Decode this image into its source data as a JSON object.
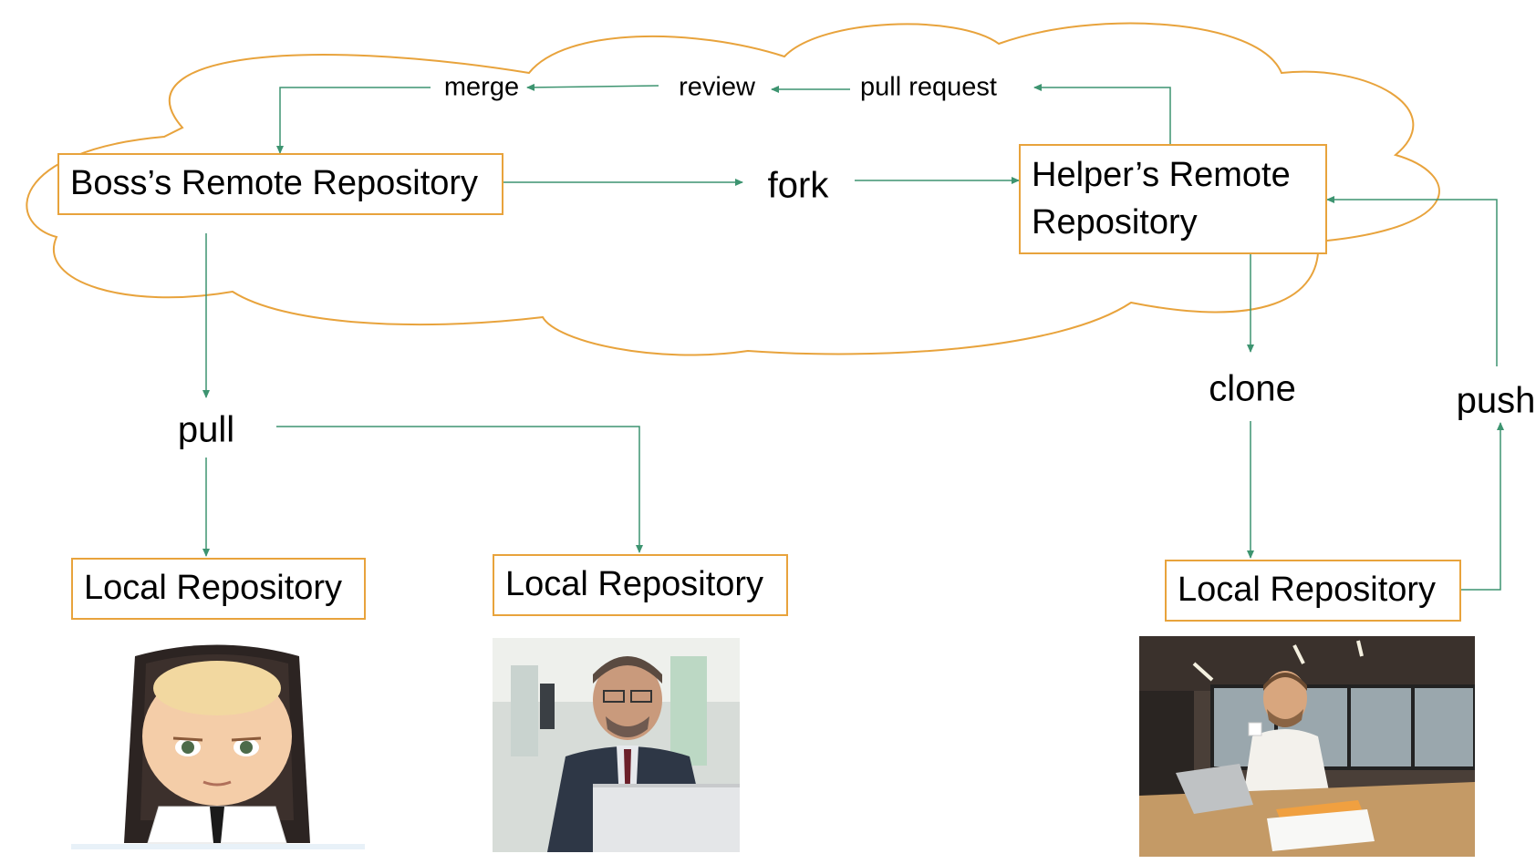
{
  "diagram": {
    "nodes": {
      "boss_remote": "Boss’s Remote Repository",
      "helper_remote": "Helper’s Remote Repository",
      "local_boss": "Local Repository",
      "local_middle": "Local Repository",
      "local_helper": "Local Repository"
    },
    "actions": {
      "merge": "merge",
      "review": "review",
      "pull_request": "pull request",
      "fork": "fork",
      "pull": "pull",
      "clone": "clone",
      "push": "push"
    },
    "edges": [
      {
        "from": "helper_remote",
        "to": "pull_request"
      },
      {
        "from": "pull_request",
        "to": "review"
      },
      {
        "from": "review",
        "to": "merge"
      },
      {
        "from": "merge",
        "to": "boss_remote"
      },
      {
        "from": "boss_remote",
        "to": "fork"
      },
      {
        "from": "fork",
        "to": "helper_remote"
      },
      {
        "from": "boss_remote",
        "to": "pull"
      },
      {
        "from": "pull",
        "to": "local_boss"
      },
      {
        "from": "pull",
        "to": "local_middle"
      },
      {
        "from": "helper_remote",
        "to": "clone"
      },
      {
        "from": "clone",
        "to": "local_helper"
      },
      {
        "from": "local_helper",
        "to": "push"
      },
      {
        "from": "push",
        "to": "helper_remote"
      }
    ],
    "colors": {
      "cloud": "#e8a33c",
      "box_border": "#e8a33c",
      "arrow": "#3d9470"
    },
    "images": [
      "boss-baby-photo",
      "businessman-laptop-photo",
      "smiling-man-coffee-photo"
    ]
  }
}
